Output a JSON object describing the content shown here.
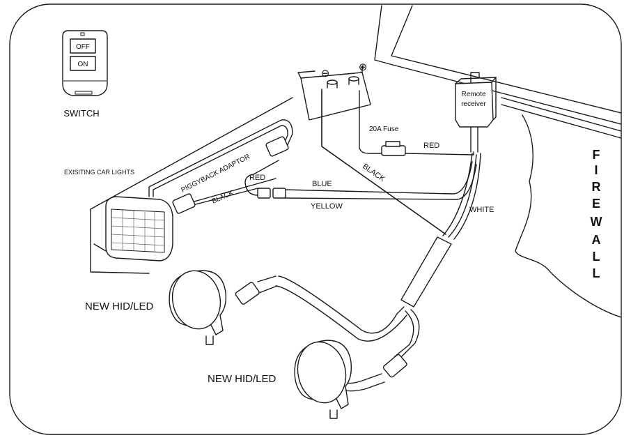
{
  "switch": {
    "off_label": "OFF",
    "on_label": "ON",
    "caption": "SWITCH"
  },
  "remote": {
    "line1": "Remote",
    "line2": "receiver"
  },
  "battery": {
    "neg_symbol": "⊖",
    "pos_symbol": "⊕"
  },
  "labels": {
    "fuse": "20A Fuse",
    "red_top": "RED",
    "black_battery": "BLACK",
    "existing_lights": "EXISITING CAR LIGHTS",
    "piggyback": "PIGGYBACK ADAPTOR",
    "red_adaptor": "RED",
    "black_adaptor": "BLACK",
    "blue": "BLUE",
    "yellow": "YELLOW",
    "white": "WHITE",
    "new_light_1": "NEW HID/LED",
    "new_light_2": "NEW HID/LED"
  },
  "firewall": [
    "F",
    "I",
    "R",
    "E",
    "W",
    "A",
    "L",
    "L"
  ]
}
